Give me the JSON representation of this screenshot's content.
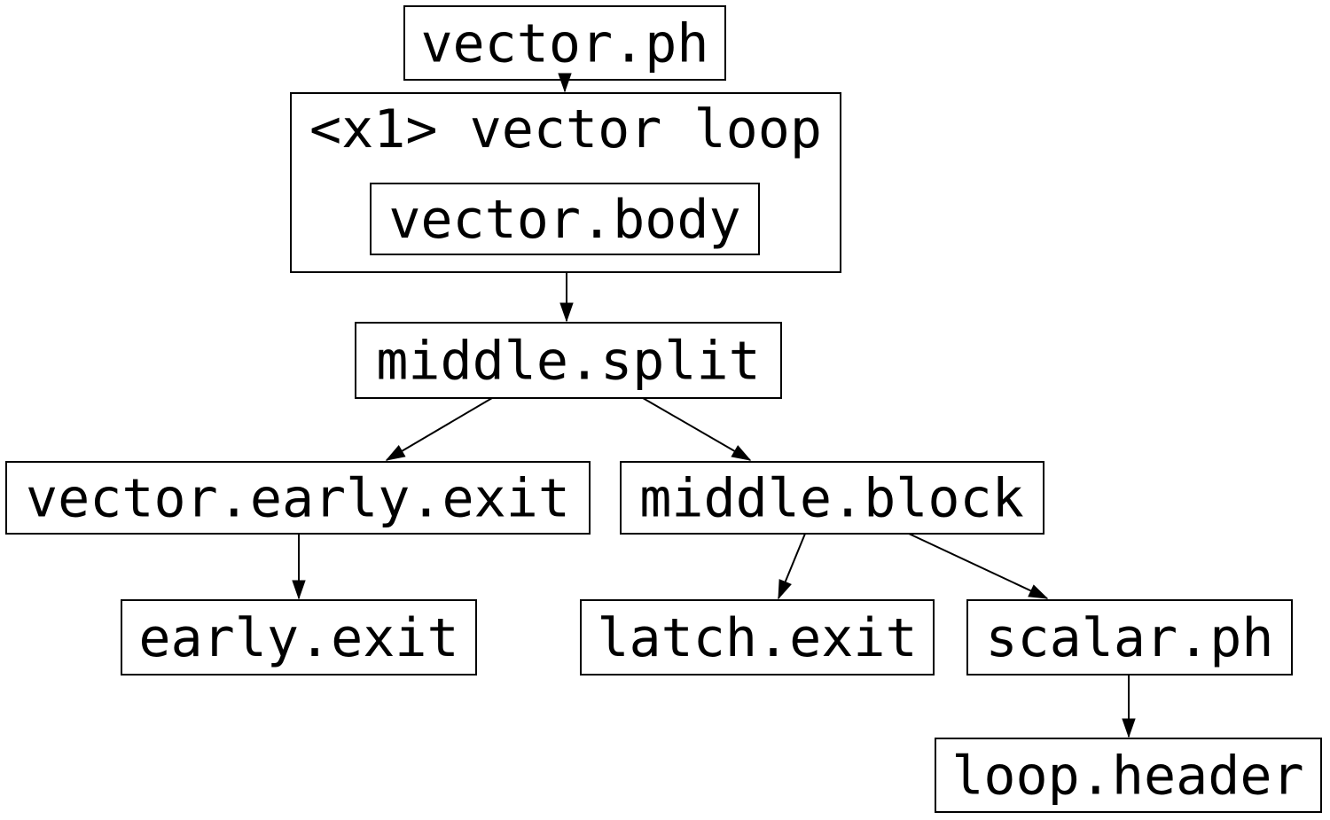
{
  "diagram_type": "control-flow-graph",
  "colors": {
    "background": "#ffffff",
    "node_fill": "#ffffff",
    "node_border": "#000000",
    "edge": "#000000",
    "text": "#000000"
  },
  "cluster": {
    "label": "<x1> vector loop",
    "children": [
      "vector.body"
    ]
  },
  "nodes": {
    "vector_ph": {
      "label": "vector.ph"
    },
    "vector_body": {
      "label": "vector.body"
    },
    "middle_split": {
      "label": "middle.split"
    },
    "vector_early_exit": {
      "label": "vector.early.exit"
    },
    "middle_block": {
      "label": "middle.block"
    },
    "early_exit": {
      "label": "early.exit"
    },
    "latch_exit": {
      "label": "latch.exit"
    },
    "scalar_ph": {
      "label": "scalar.ph"
    },
    "loop_header": {
      "label": "loop.header"
    }
  },
  "edges": [
    {
      "from": "vector.ph",
      "to": "<x1> vector loop"
    },
    {
      "from": "<x1> vector loop",
      "to": "middle.split"
    },
    {
      "from": "middle.split",
      "to": "vector.early.exit"
    },
    {
      "from": "middle.split",
      "to": "middle.block"
    },
    {
      "from": "vector.early.exit",
      "to": "early.exit"
    },
    {
      "from": "middle.block",
      "to": "latch.exit"
    },
    {
      "from": "middle.block",
      "to": "scalar.ph"
    },
    {
      "from": "scalar.ph",
      "to": "loop.header"
    }
  ]
}
